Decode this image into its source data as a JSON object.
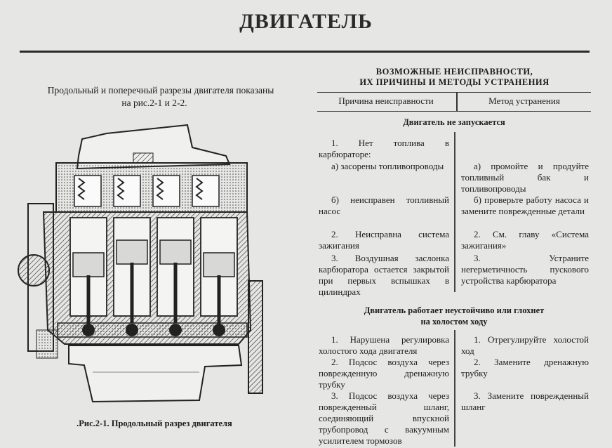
{
  "page": {
    "title": "ДВИГАТЕЛЬ"
  },
  "intro": {
    "line1": "Продольный и поперечный разрезы двигателя показаны",
    "line2": "на рис.2-1 и 2-2."
  },
  "figure": {
    "caption": ".Рис.2-1. Продольный разрез двигателя"
  },
  "section": {
    "heading_line1": "ВОЗМОЖНЫЕ НЕИСПРАВНОСТИ,",
    "heading_line2": "ИХ ПРИЧИНЫ И МЕТОДЫ УСТРАНЕНИЯ",
    "col_cause": "Причина неисправности",
    "col_method": "Метод устранения"
  },
  "groups": [
    {
      "title": "Двигатель не запускается",
      "rows": [
        {
          "cause": "1. Нет топлива в карбюраторе:",
          "method": ""
        },
        {
          "cause": "а) засорены топливопроводы",
          "method": "а) промойте и продуйте топливный бак и топливопроводы"
        },
        {
          "cause": "б) неисправен топливный насос",
          "method": "б) проверьте работу насоса и замените поврежденные детали"
        },
        {
          "cause": "2. Неисправна система зажигания",
          "method": "2. См. главу «Система зажигания»"
        },
        {
          "cause": "3. Воздушная заслонка карбюратора остается закрытой при первых вспышках в цилиндрах",
          "method": "3. Устраните негерметичность пускового устройства карбюратора"
        }
      ]
    },
    {
      "title_line1": "Двигатель работает неустойчиво или глохнет",
      "title_line2": "на холостом ходу",
      "rows": [
        {
          "cause": "1. Нарушена регулировка холостого хода двигателя",
          "method": "1. Отрегулируйте холостой ход"
        },
        {
          "cause": "2. Подсос воздуха через поврежденную дренажную трубку",
          "method": "2. Замените дренажную трубку"
        },
        {
          "cause": "3. Подсос воздуха через поврежденный шланг, соединяющий впускной трубопровод с вакуумным усилителем тормозов",
          "method": "3. Замените поврежденный шланг"
        }
      ]
    }
  ]
}
